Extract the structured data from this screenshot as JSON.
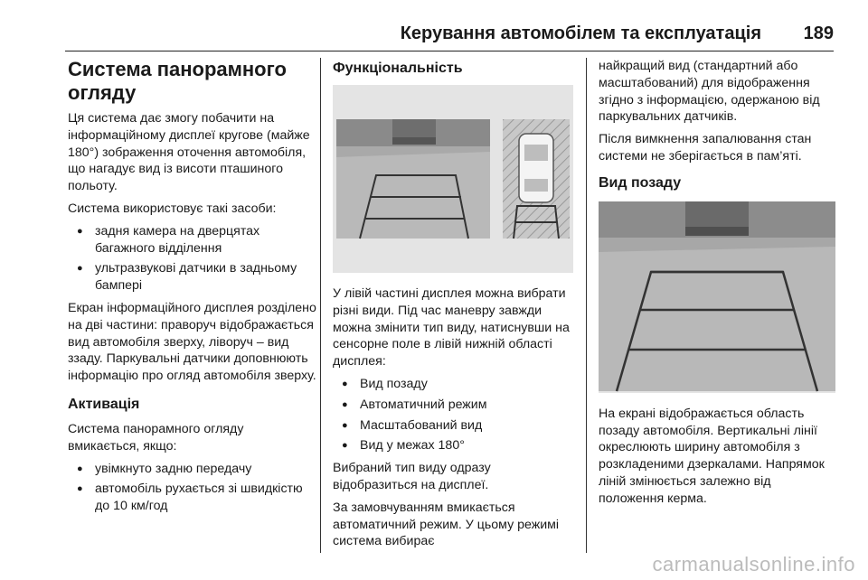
{
  "header": {
    "title": "Керування автомобілем та експлуатація",
    "page_number": "189"
  },
  "col1": {
    "heading": "Система панорамного огляду",
    "intro": "Ця система дає змогу побачити на інформаційному дисплеї кругове (майже 180°) зображення оточення автомобіля, що нагадує вид із висоти пташиного польоту.",
    "uses_text": "Система використовує такі засоби:",
    "uses": [
      "задня камера на дверцятах багажного відділення",
      "ультразвукові датчики в задньому бампері"
    ],
    "screen_text": "Екран інформаційного дисплея розділено на дві частини: праворуч відображається вид автомобіля зверху, ліворуч – вид ззаду. Паркувальні датчики доповнюють інформацію про огляд автомобіля зверху.",
    "activation_heading": "Активація",
    "activation_text": "Система панорамного огляду вмикається, якщо:",
    "conditions": [
      "увімкнуто задню передачу",
      "автомобіль рухається зі швидкістю до 10 км/год"
    ]
  },
  "col2": {
    "heading": "Функціональність",
    "text1": "У лівій частині дисплея можна вибрати різні види. Під час маневру завжди можна змінити тип виду, натиснувши на сенсорне поле в лівій нижній області дисплея:",
    "views": [
      "Вид позаду",
      "Автоматичний режим",
      "Масштабований вид",
      "Вид у межах 180°"
    ],
    "text2": "Вибраний тип виду одразу відобразиться на дисплеї.",
    "text3": "За замовчуванням вмикається автоматичний режим. У цьому режимі система вибирає"
  },
  "col3": {
    "text1": "найкращий вид (стандартний або масштабований) для відображення згідно з інформацією, одержаною від паркувальних датчиків.",
    "text2": "Після вимкнення запалювання стан системи не зберігається в пам’яті.",
    "heading": "Вид позаду",
    "caption": "На екрані відображається область позаду автомобіля. Вертикальні лінії окреслюють ширину автомобіля з розкладеними дзеркалами. Напрямок ліній змінюється залежно від положення керма."
  },
  "watermark": "carmanualsonline.info"
}
